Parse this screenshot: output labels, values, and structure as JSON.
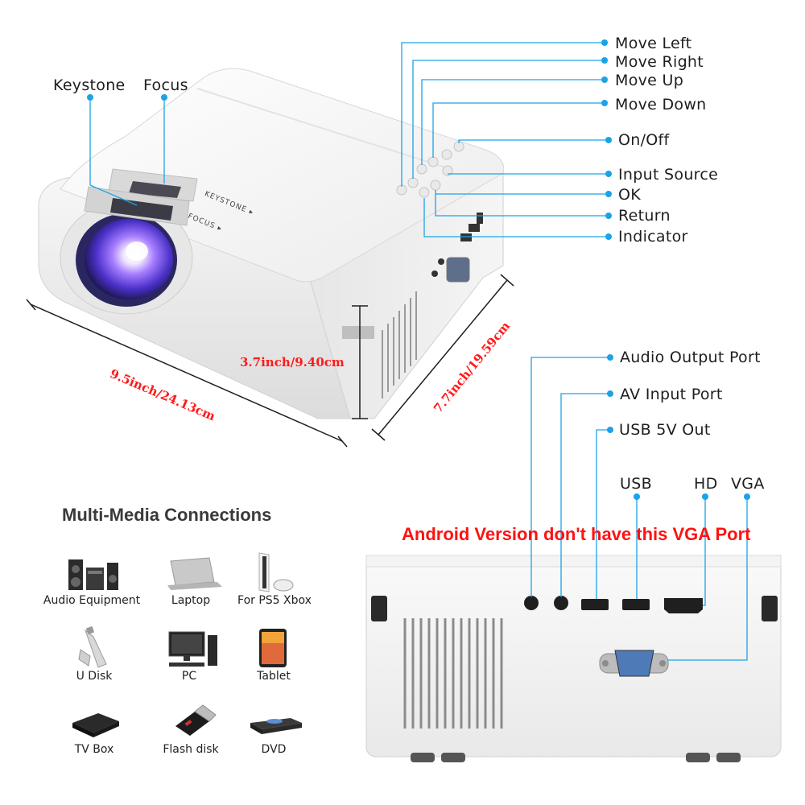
{
  "top_labels": {
    "keystone": "Keystone",
    "focus": "Focus",
    "lens_keystone": "KEYSTONE ▸",
    "lens_focus": "FOCUS ▸"
  },
  "button_labels": [
    "Move Left",
    "Move Right",
    "Move Up",
    "Move Down",
    "On/Off",
    "Input Source",
    "OK",
    "Return",
    "Indicator"
  ],
  "dimensions": {
    "length": "9.5inch/24.13cm",
    "height": "3.7inch/9.40cm",
    "depth": "7.7inch/19.59cm"
  },
  "ports": {
    "audio_output": "Audio Output Port",
    "av_input": "AV Input Port",
    "usb_5v": "USB 5V Out",
    "usb": "USB",
    "hd": "HD",
    "vga": "VGA"
  },
  "warning": "Android Version don't have this VGA Port",
  "multimedia": {
    "title": "Multi-Media Connections",
    "items": [
      {
        "label": "Audio Equipment",
        "icon": "speaker-icon"
      },
      {
        "label": "Laptop",
        "icon": "laptop-icon"
      },
      {
        "label": "For PS5 Xbox",
        "icon": "console-icon"
      },
      {
        "label": "U Disk",
        "icon": "usb-drive-icon"
      },
      {
        "label": "PC",
        "icon": "desktop-pc-icon"
      },
      {
        "label": "Tablet",
        "icon": "tablet-icon"
      },
      {
        "label": "TV Box",
        "icon": "tv-box-icon"
      },
      {
        "label": "Flash disk",
        "icon": "flash-disk-icon"
      },
      {
        "label": "DVD",
        "icon": "dvd-player-icon"
      }
    ]
  },
  "colors": {
    "callout_blue": "#1aa3e8",
    "dimension_red": "#ff1a1a",
    "projector_white": "#f4f4f4"
  }
}
